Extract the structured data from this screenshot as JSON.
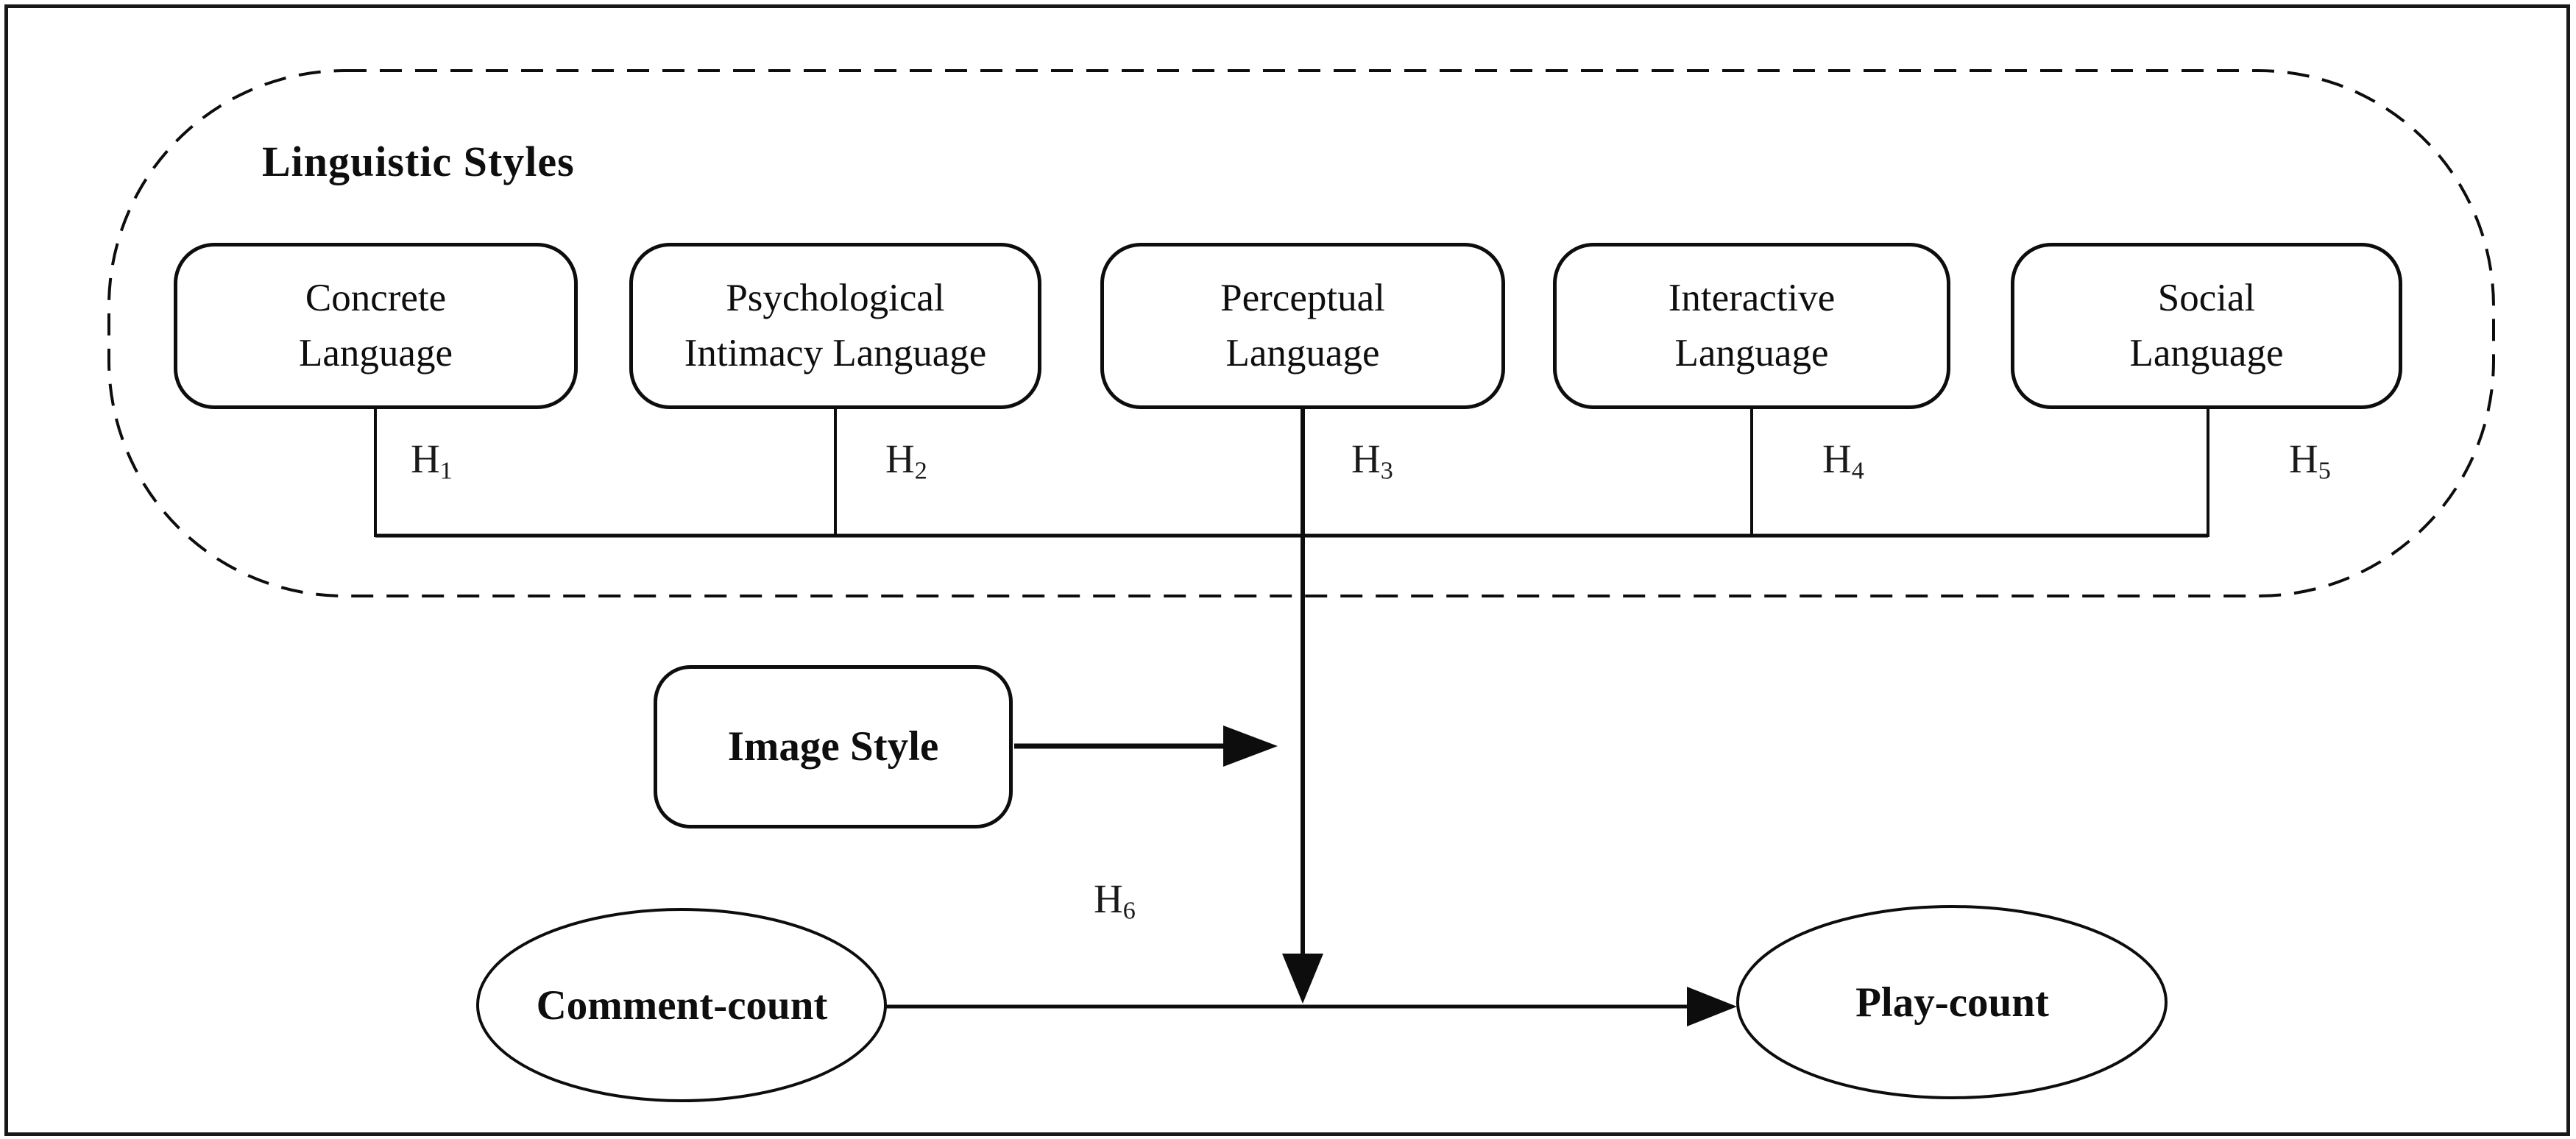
{
  "diagram": {
    "background": "#ffffff",
    "stroke_color": "#000000",
    "container": {
      "label": "Linguistic Styles"
    },
    "linguistic_boxes": [
      {
        "label": "Concrete\nLanguage",
        "hypothesis_base": "H",
        "hypothesis_sub": "1"
      },
      {
        "label": "Psychological\nIntimacy Language",
        "hypothesis_base": "H",
        "hypothesis_sub": "2"
      },
      {
        "label": "Perceptual\nLanguage",
        "hypothesis_base": "H",
        "hypothesis_sub": "3"
      },
      {
        "label": "Interactive\nLanguage",
        "hypothesis_base": "H",
        "hypothesis_sub": "4"
      },
      {
        "label": "Social\nLanguage",
        "hypothesis_base": "H",
        "hypothesis_sub": "5"
      }
    ],
    "moderator": {
      "label": "Image Style",
      "hypothesis_base": "H",
      "hypothesis_sub": "6"
    },
    "control_node": {
      "label": "Comment-count"
    },
    "outcome_node": {
      "label": "Play-count"
    }
  }
}
